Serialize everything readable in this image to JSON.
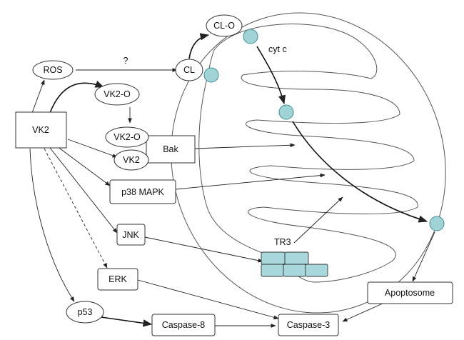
{
  "colors": {
    "cytc_fill": "#9fd3d6",
    "cytc_stroke": "#3f8c93",
    "tr3_fill": "#a8d8db",
    "line": "#222222",
    "membrane": "#555555"
  },
  "nodes": {
    "ros": "ROS",
    "vk2": "VK2",
    "vk2o_top": "VK2-O",
    "vk2o_mid": "VK2-O",
    "vk2_bound": "VK2",
    "bak": "Bak",
    "p38": "p38 MAPK",
    "jnk": "JNK",
    "erk": "ERK",
    "p53": "p53",
    "caspase8": "Caspase-8",
    "caspase3": "Caspase-3",
    "apoptosome": "Apoptosome",
    "cl": "CL",
    "clo": "CL-O",
    "cytc": "cyt c",
    "tr3": "TR3",
    "unknown": "?"
  }
}
